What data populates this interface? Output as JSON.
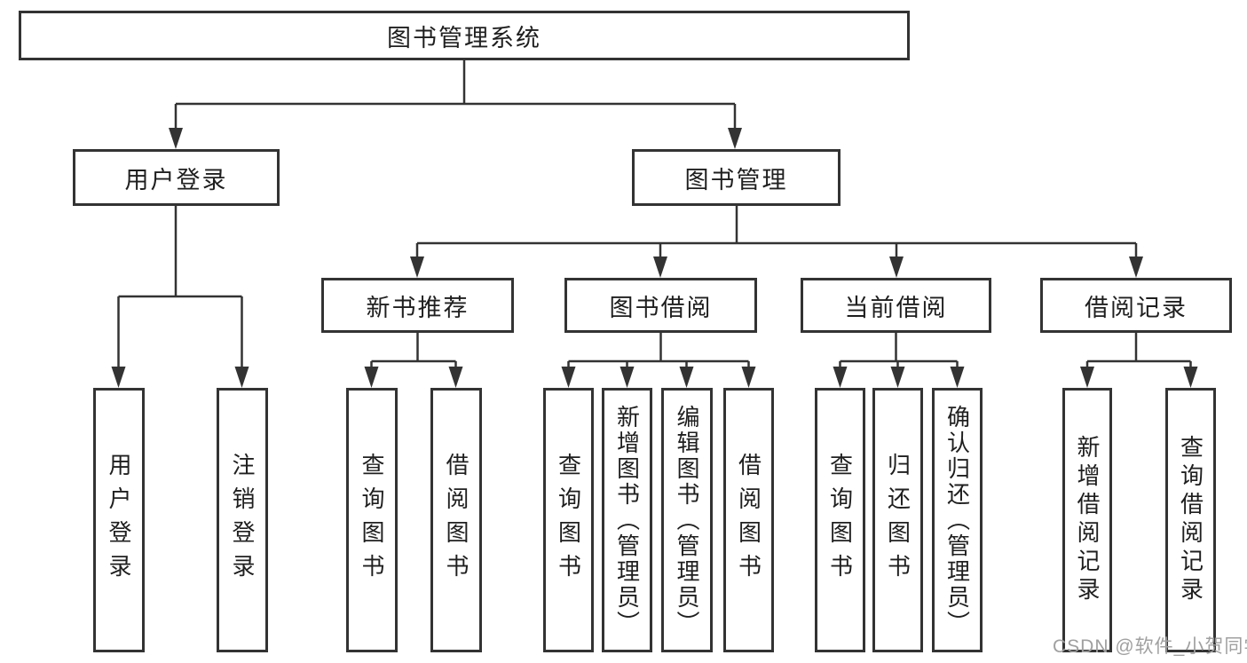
{
  "diagram_title": "图书管理系统",
  "root": {
    "label": "图书管理系统"
  },
  "level2": {
    "user_login": {
      "label": "用户登录"
    },
    "book_mgmt": {
      "label": "图书管理"
    }
  },
  "level3": {
    "new_books": {
      "label": "新书推荐"
    },
    "book_borrow": {
      "label": "图书借阅"
    },
    "current_borrow": {
      "label": "当前借阅"
    },
    "borrow_records": {
      "label": "借阅记录"
    }
  },
  "leaves": {
    "user_login_leaf": {
      "label": "用户登录"
    },
    "logout": {
      "label": "注销登录"
    },
    "nb_query_books": {
      "label": "查询图书"
    },
    "nb_borrow_books": {
      "label": "借阅图书"
    },
    "bb_query_books": {
      "label": "查询图书"
    },
    "bb_add_books": {
      "label": "新增图书（管理员）"
    },
    "bb_edit_books": {
      "label": "编辑图书（管理员）"
    },
    "bb_borrow_books": {
      "label": "借阅图书"
    },
    "cb_query_books": {
      "label": "查询图书"
    },
    "cb_return_books": {
      "label": "归还图书"
    },
    "cb_confirm_return": {
      "label": "确认归还（管理员）"
    },
    "br_add_record": {
      "label": "新增借阅记录"
    },
    "br_query_record": {
      "label": "查询借阅记录"
    }
  },
  "watermark": "CSDN @软件_小贺同学",
  "colors": {
    "line": "#333333",
    "text": "#1f1f1f",
    "background": "#ffffff",
    "watermark": "#a0a0a0"
  }
}
